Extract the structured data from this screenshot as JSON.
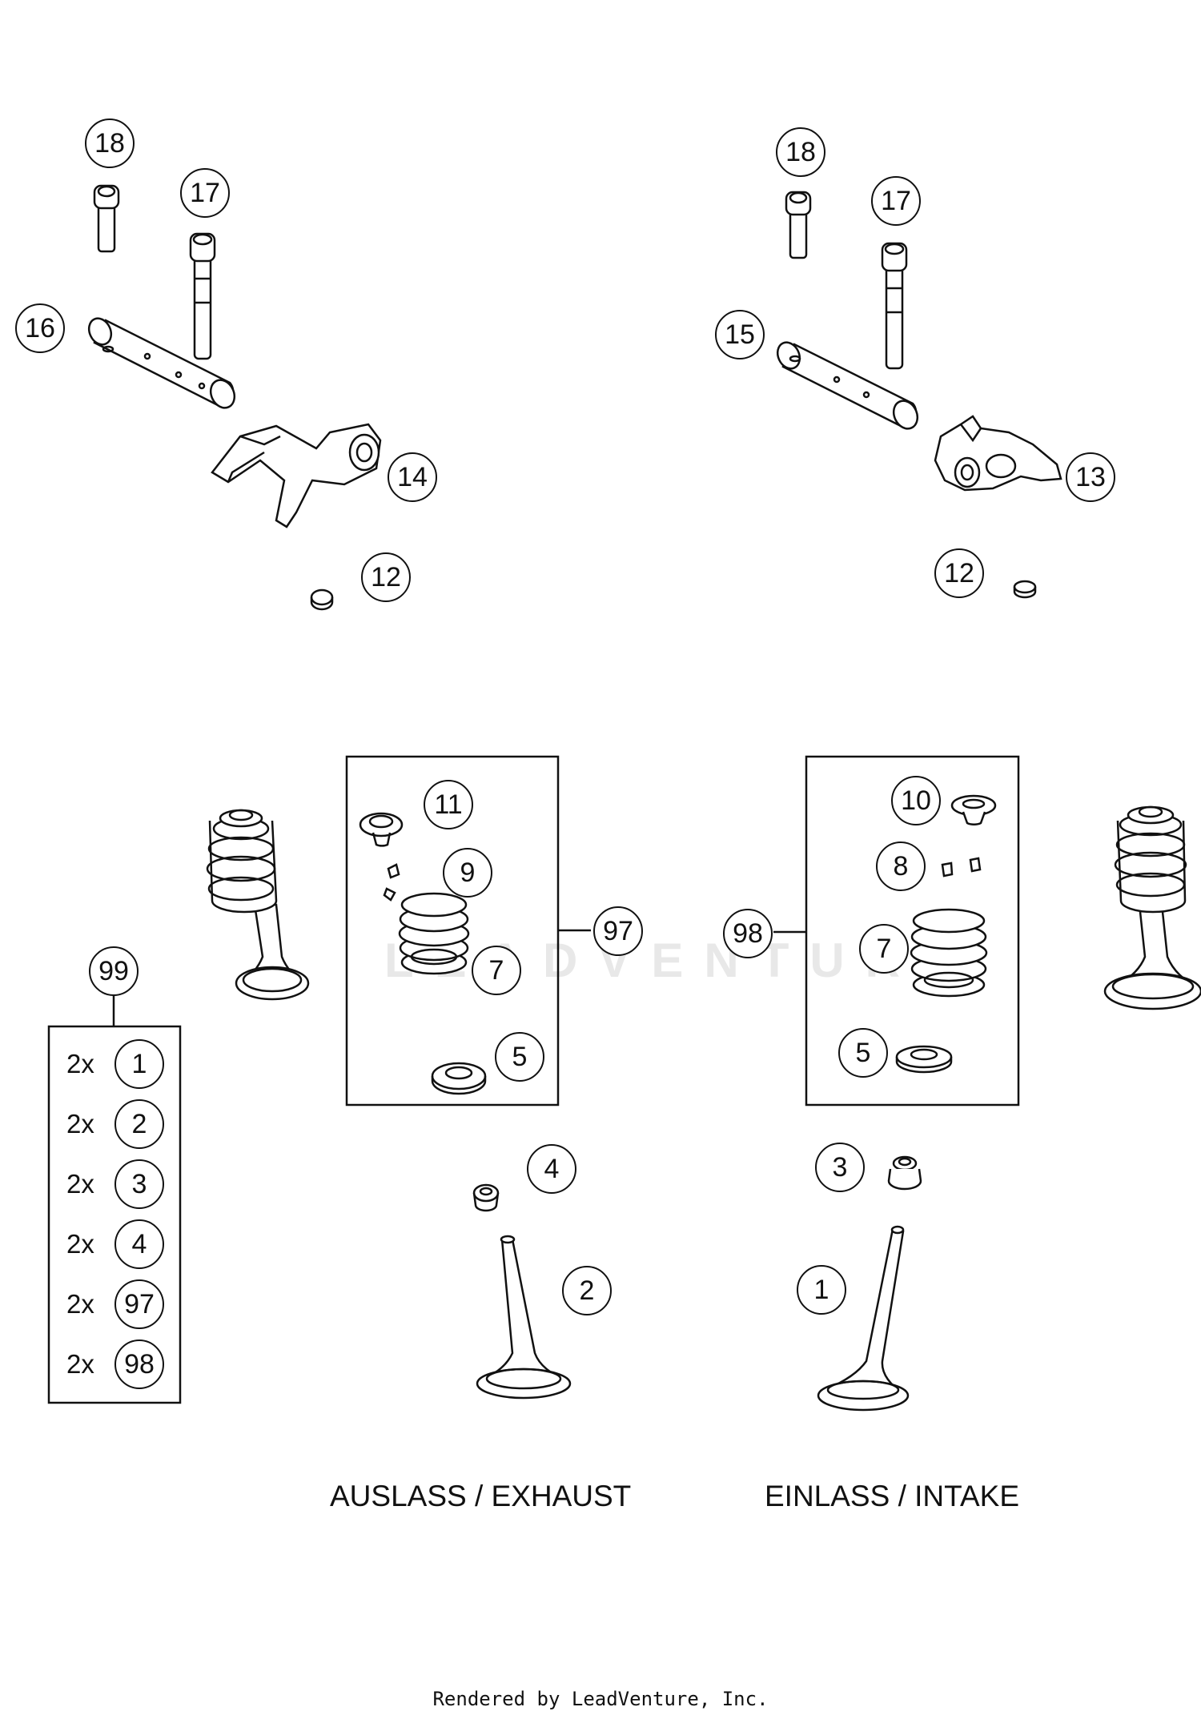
{
  "callouts": {
    "c18a": "18",
    "c17a": "17",
    "c16": "16",
    "c14": "14",
    "c12a": "12",
    "c18b": "18",
    "c17b": "17",
    "c15": "15",
    "c13": "13",
    "c12b": "12",
    "c11": "11",
    "c9": "9",
    "c7a": "7",
    "c5a": "5",
    "c97": "97",
    "c10": "10",
    "c8": "8",
    "c7b": "7",
    "c5b": "5",
    "c98": "98",
    "c4": "4",
    "c2": "2",
    "c3": "3",
    "c1": "1",
    "c99": "99"
  },
  "kit99": [
    {
      "qty": "2x",
      "part": "1"
    },
    {
      "qty": "2x",
      "part": "2"
    },
    {
      "qty": "2x",
      "part": "3"
    },
    {
      "qty": "2x",
      "part": "4"
    },
    {
      "qty": "2x",
      "part": "97"
    },
    {
      "qty": "2x",
      "part": "98"
    }
  ],
  "labels": {
    "exhaust": "AUSLASS / EXHAUST",
    "intake": "EINLASS / INTAKE"
  },
  "watermark": "LEADVENTURE",
  "footer": "Rendered by LeadVenture, Inc."
}
